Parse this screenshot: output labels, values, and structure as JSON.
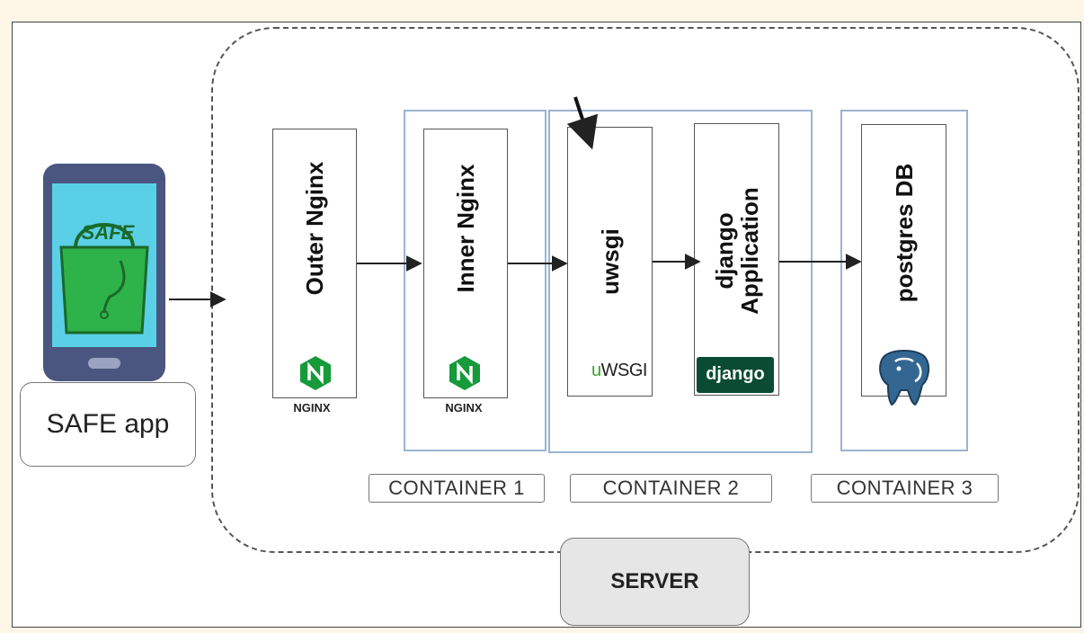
{
  "labels": {
    "safe_app": "SAFE app",
    "server": "SERVER",
    "phone_logo_text": "SAFE"
  },
  "components": {
    "outer_nginx": "Outer Nginx",
    "inner_nginx": "Inner Nginx",
    "uwsgi": "uwsgi",
    "django_line1": "django",
    "django_line2": "Application",
    "postgres": "postgres DB"
  },
  "logos": {
    "nginx_1": "NGINX",
    "nginx_2": "NGINX",
    "uwsgi_prefix": "u",
    "uwsgi_rest": "WSGI",
    "django": "django"
  },
  "containers": {
    "c1": "CONTAINER 1",
    "c2": "CONTAINER 2",
    "c3": "CONTAINER 3"
  },
  "colors": {
    "container_border": "#9bb3cf",
    "nginx_green": "#169a3a",
    "django_green": "#0c4b33",
    "uwsgi_green": "#3a9e2a",
    "postgres_blue": "#336791",
    "phone_body": "#4a5680",
    "phone_screen": "#5ad0e6",
    "safe_green": "#2eb24a"
  }
}
